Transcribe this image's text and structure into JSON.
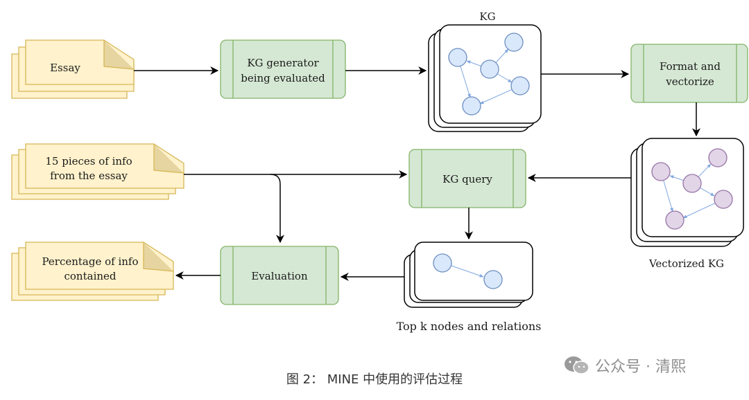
{
  "nodes": {
    "essay": "Essay",
    "kg_generator": [
      "KG generator",
      "being evaluated"
    ],
    "kg_label": "KG",
    "format_vectorize": [
      "Format and",
      "vectorize"
    ],
    "info_pieces": [
      "15 pieces of info",
      "from the essay"
    ],
    "kg_query": "KG query",
    "vectorized_kg_label": "Vectorized KG",
    "percentage": [
      "Percentage of info",
      "contained"
    ],
    "evaluation": "Evaluation",
    "top_k_label": "Top k nodes and relations"
  },
  "colors": {
    "doc_fill": "#fff2cc",
    "doc_stroke": "#d6b656",
    "process_fill": "#d5e8d4",
    "process_stroke": "#82b366",
    "kg_node_fill": "#dae8fc",
    "kg_node_stroke": "#6c8ebf",
    "vec_node_fill": "#e1d5e7",
    "vec_node_stroke": "#9673a6"
  },
  "caption": "图 2： MINE 中使用的评估过程",
  "watermark": "公众号 · 清熙"
}
